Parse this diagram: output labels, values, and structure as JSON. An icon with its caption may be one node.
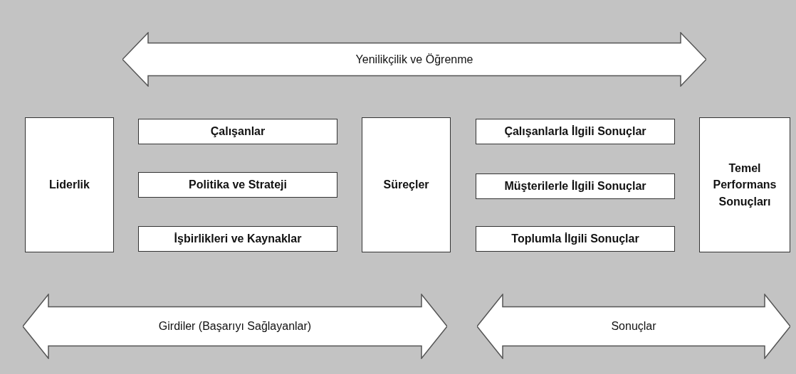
{
  "diagram": {
    "nodes": [
      {
        "text": [
          "Yenilikçilik ve Öğrenme"
        ]
      },
      {
        "text": [
          "Liderlik"
        ]
      },
      {
        "text": [
          "Çalışanlar"
        ]
      },
      {
        "text": [
          "Politika ve Strateji"
        ]
      },
      {
        "text": [
          "İşbirlikleri ve Kaynaklar"
        ]
      },
      {
        "text": [
          "Süreçler"
        ]
      },
      {
        "text": [
          "Çalışanlarla İlgili Sonuçlar"
        ]
      },
      {
        "text": [
          "Müşterilerle İlgili Sonuçlar"
        ]
      },
      {
        "text": [
          "Toplumla İlgili Sonuçlar"
        ]
      },
      {
        "text": [
          "Temel Performans Sonuçları"
        ]
      },
      {
        "text": [
          "Girdiler (Başarıyı Sağlayanlar)"
        ]
      },
      {
        "text": [
          "Sonuçlar"
        ]
      }
    ]
  }
}
